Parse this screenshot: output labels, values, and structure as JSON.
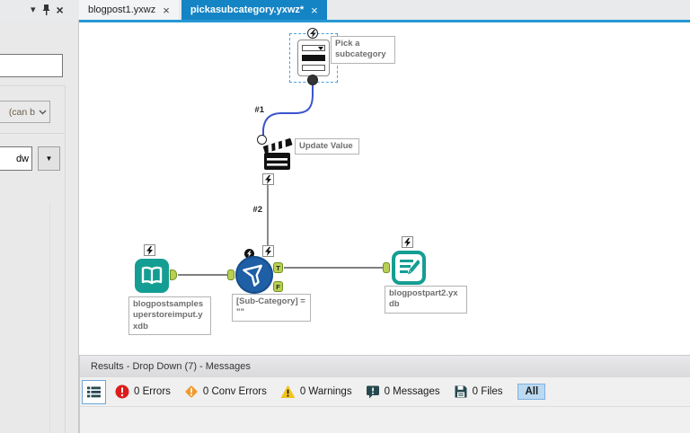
{
  "window": {
    "panel_controls": {
      "caret": "▾",
      "close": "×"
    }
  },
  "tabs": [
    {
      "label": "blogpost1.yxwz",
      "close": "×",
      "active": false
    },
    {
      "label": "pickasubcategory.yxwz*",
      "close": "×",
      "active": true
    }
  ],
  "sidebar": {
    "input_top_value": "",
    "dropdown_value": "(can b",
    "small_input_value": "dw",
    "dropdown_arrow": "▼"
  },
  "canvas": {
    "connections": {
      "c1_label": "#1",
      "c2_label": "#2"
    },
    "dropdown_tool": {
      "annotation": "Pick a\nsubcategory"
    },
    "action_tool": {
      "annotation": "Update Value"
    },
    "input_tool": {
      "annotation": "blogpostsamples\nuperstoreimput.y\nxdb"
    },
    "filter_tool": {
      "annotation": "[Sub-Category] =\n\"\"",
      "anchor_t": "T",
      "anchor_f": "F"
    },
    "output_tool": {
      "annotation": "blogpostpart2.yx\ndb"
    }
  },
  "results": {
    "title": "Results - Drop Down (7) - Messages",
    "toolbar": {
      "errors": "0 Errors",
      "conv_errors": "0 Conv Errors",
      "warnings": "0 Warnings",
      "messages": "0 Messages",
      "files": "0 Files",
      "all_filter": "All"
    }
  },
  "colors": {
    "active_tab_blue": "#1584c5",
    "tool_teal": "#149e93",
    "filter_blue": "#1e5fa5",
    "anchor_green": "#b9cf54",
    "connection_blue": "#3c55cc",
    "connection_gray": "#6e6e6e",
    "error_red": "#dd1c1c",
    "conv_orange": "#f09a2e",
    "warning_yellow": "#f2c21a",
    "status_dark_teal": "#26494f"
  }
}
